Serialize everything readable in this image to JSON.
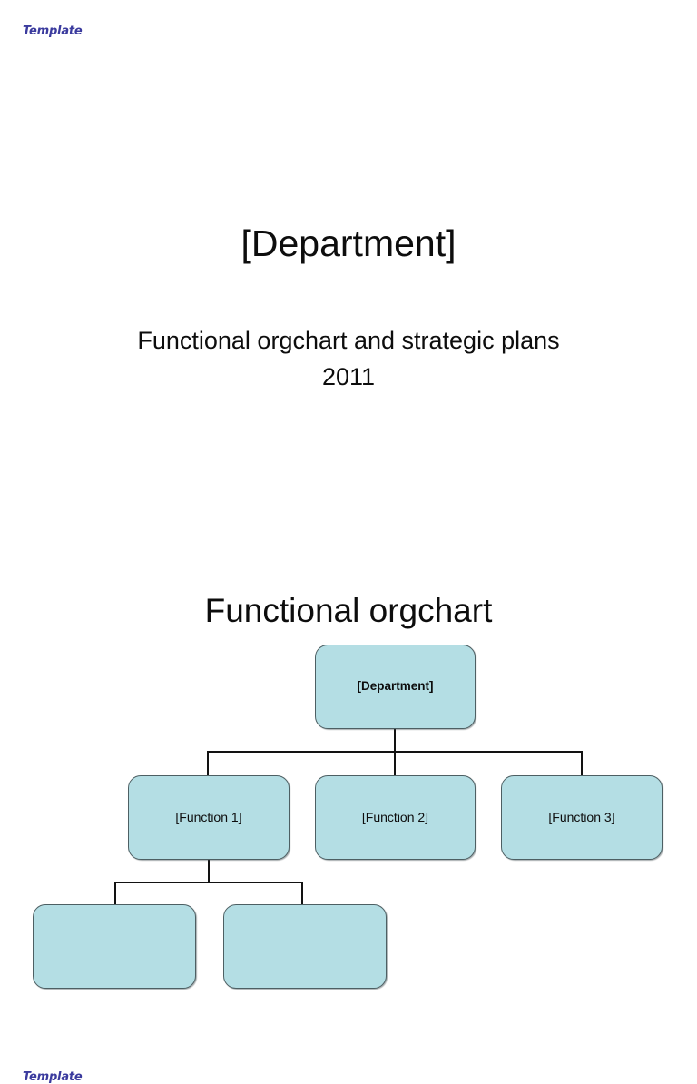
{
  "document": {
    "background_color": "#ffffff",
    "accent_color": "#b4dee4",
    "template_tag_color": "#3b3b9e",
    "connector_color": "#121212"
  },
  "slides": [
    {
      "tag": "Template",
      "title": "[Department]",
      "subtitle": "Functional orgchart and strategic plans 2011"
    },
    {
      "tag": "Template",
      "heading": "Functional orgchart"
    }
  ],
  "orgchart": {
    "root": {
      "label": "[Department]"
    },
    "functions": [
      {
        "label": "[Function 1]"
      },
      {
        "label": "[Function 2]"
      },
      {
        "label": "[Function 3]"
      }
    ],
    "subfunctions": [
      {
        "label": ""
      },
      {
        "label": ""
      }
    ]
  }
}
